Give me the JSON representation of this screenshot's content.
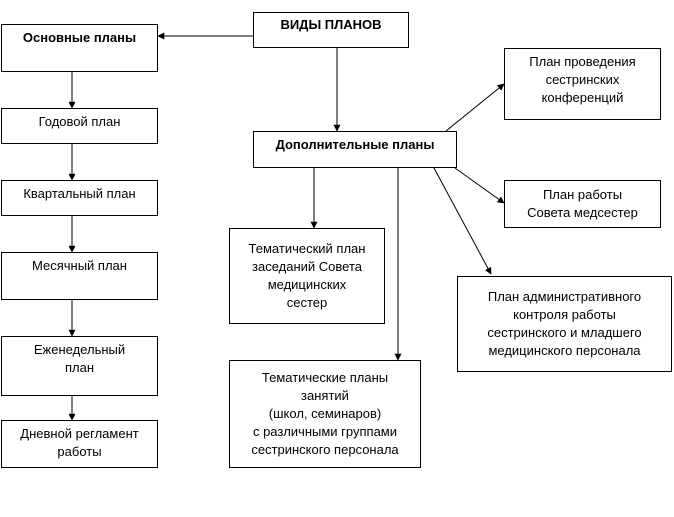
{
  "root": "ВИДЫ ПЛАНОВ",
  "main_plans": {
    "title": "Основные планы",
    "items": [
      "Годовой план",
      "Квартальный план",
      "Месячный план",
      "Еженедельный\nплан",
      "Дневной регламент\nработы"
    ]
  },
  "additional_plans": {
    "title": "Дополнительные планы",
    "items": [
      "План проведения\nсестринских\nконференций",
      "План работы\nСовета медсестер",
      "План административного\nконтроля работы\nсестринского и младшего\nмедицинского персонала",
      "Тематический план\nзаседаний Совета\nмедицинских\nсестер",
      "Тематические планы\nзанятий\n(школ, семинаров)\nс различными группами\nсестринского персонала"
    ]
  }
}
